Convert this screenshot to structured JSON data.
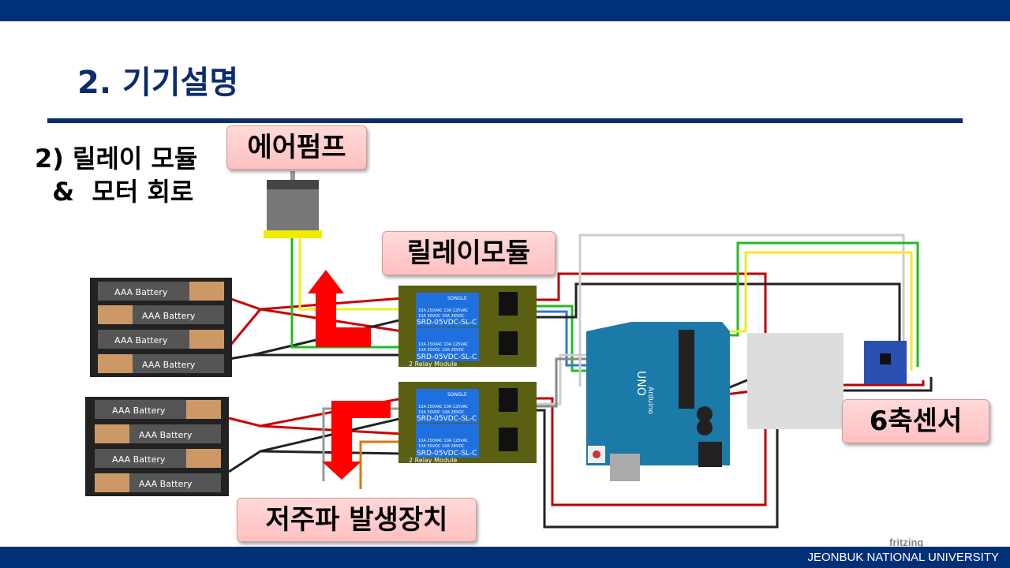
{
  "slide": {
    "title": "2. 기기설명",
    "subtitle_line1": "2) 릴레이 모듈",
    "subtitle_line2": "  &  모터 회로"
  },
  "callouts": {
    "air_pump": "에어펌프",
    "relay_module": "릴레이모듈",
    "six_axis_sensor": "6축센서",
    "infrasound_generator": "저주파 발생장치"
  },
  "circuit": {
    "battery_label": "AAA Battery",
    "relay_model": "SRD-05VDC-SL-C",
    "relay_brand": "SONGLE",
    "relay_spec1": "10A 250VAC  10A 125VAC",
    "relay_spec2": "10A  30VDC  10A  28VDC",
    "relay_module_label": "2 Relay Module",
    "arduino_model": "UNO",
    "arduino_brand": "Arduino",
    "watermark": "fritzing"
  },
  "footer": {
    "university": "JEONBUK NATIONAL UNIVERSITY"
  },
  "colors": {
    "brand": "#003178",
    "callout": "#ffc8c8",
    "arrow": "#ff0000",
    "relay_board": "#5a5f12",
    "relay": "#1e6fe0",
    "arduino": "#1b7aa8"
  }
}
